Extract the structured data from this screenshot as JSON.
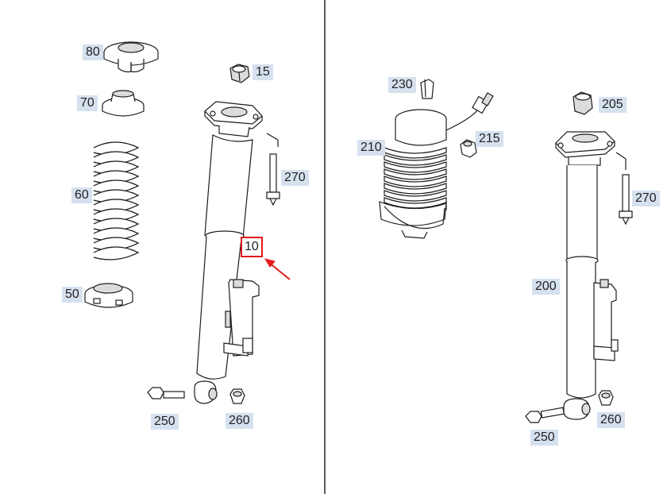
{
  "left_panel": {
    "labels": {
      "p80": "80",
      "p70": "70",
      "p60": "60",
      "p50": "50",
      "p15": "15",
      "p270": "270",
      "p10": "10",
      "p250": "250",
      "p260": "260"
    }
  },
  "right_panel": {
    "labels": {
      "p230": "230",
      "p210": "210",
      "p215": "215",
      "p205": "205",
      "p270": "270",
      "p200": "200",
      "p250": "250",
      "p260": "260"
    }
  },
  "highlight": {
    "part": "10",
    "color": "#e21a1a"
  }
}
